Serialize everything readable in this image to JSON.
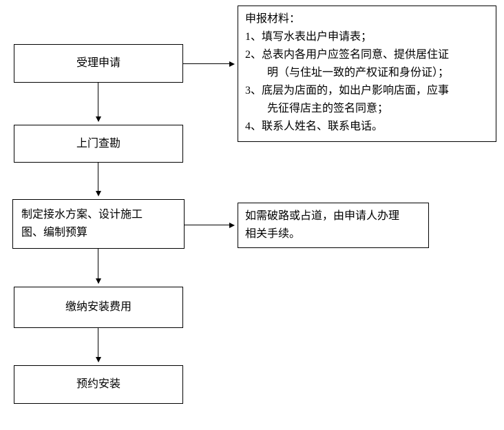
{
  "flow": {
    "steps": [
      {
        "label": "受理申请"
      },
      {
        "label": "上门查勘"
      },
      {
        "label": "制定接水方案、设计施工\n图、编制预算"
      },
      {
        "label": "缴纳安装费用"
      },
      {
        "label": "预约安装"
      }
    ]
  },
  "notes": {
    "materials": {
      "title": "申报材料：",
      "items": [
        "1、填写水表出户申请表；",
        "2、总表内各用户应签名同意、提供居住证\n明（与住址一致的产权证和身份证）；",
        "3、底层为店面的，如出户影响店面，应事\n先征得店主的签名同意；",
        "4、联系人姓名、联系电话。"
      ]
    },
    "road": {
      "text": "如需破路或占道，由申请人办理\n相关手续。"
    }
  },
  "colors": {
    "border": "#000000",
    "text": "#000000",
    "background": "#ffffff"
  }
}
